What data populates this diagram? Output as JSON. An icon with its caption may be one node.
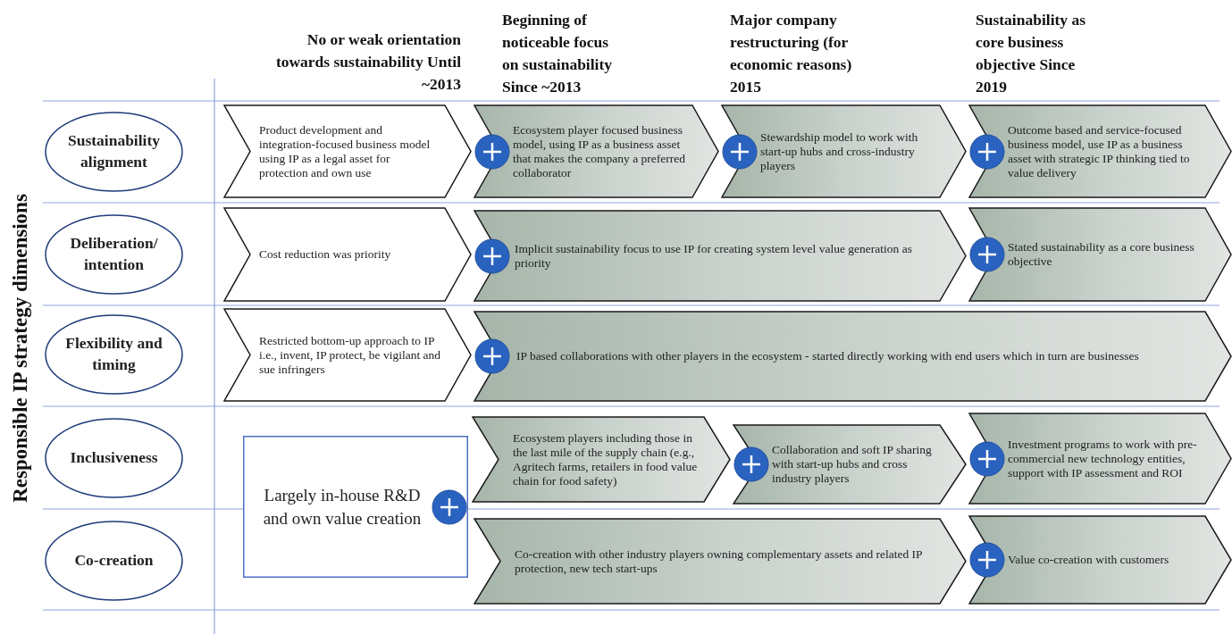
{
  "diagram": {
    "nodes": [
      {
        "text": [
          "Sustainability alignment"
        ]
      },
      {
        "text": [
          "Deliberation/ intention"
        ]
      },
      {
        "text": [
          "Flexibility and timing"
        ]
      },
      {
        "text": [
          "Inclusiveness"
        ]
      },
      {
        "text": [
          "Co-creation"
        ]
      },
      {
        "text": [
          "Product development and integration-focused business model using IP as a legal asset for protection and own use"
        ]
      },
      {
        "text": [
          "Ecosystem player focused business model, using IP as a business asset that makes the company a preferred collaborator"
        ]
      },
      {
        "text": [
          "Stewardship model to work with start-up  hubs and cross-industry players"
        ]
      },
      {
        "text": [
          "Outcome based and service-focused business model, use IP as a business asset with strategic IP thinking tied to value delivery"
        ]
      },
      {
        "text": [
          "Cost reduction was priority"
        ]
      },
      {
        "text": [
          "Implicit sustainability focus to use IP for creating system level value generation as priority"
        ]
      },
      {
        "text": [
          "Stated sustainability as a core business objective"
        ]
      },
      {
        "text": [
          "Restricted bottom-up approach to IP i.e., invent, IP protect, be vigilant and sue infringers"
        ]
      },
      {
        "text": [
          "IP based collaborations with other players in the ecosystem - started directly working with end users which in turn are businesses"
        ]
      },
      {
        "text": [
          "Largely in-house R&D and own value creation"
        ]
      },
      {
        "text": [
          "Ecosystem players  including those in the last mile of the supply chain (e.g., Agritech farms, retailers in food value chain for food safety)"
        ]
      },
      {
        "text": [
          "Collaboration and soft IP sharing with start-up hubs and cross industry players"
        ]
      },
      {
        "text": [
          "Investment programs to work with pre-commercial new technology entities, support with IP assessment and ROI"
        ]
      },
      {
        "text": [
          "Co-creation with other industry players owning complementary assets and related IP protection, new tech start-ups"
        ]
      },
      {
        "text": [
          "Value co-creation with customers"
        ]
      }
    ],
    "edges": [],
    "labels": [
      "No or weak orientation towards sustainability Until ~2013",
      "Beginning of noticeable focus on sustainability Since ~2013",
      "Major company restructuring (for economic reasons) 2015",
      "Sustainability as core business objective Since 2019",
      "Responsible IP strategy dimensions"
    ]
  }
}
